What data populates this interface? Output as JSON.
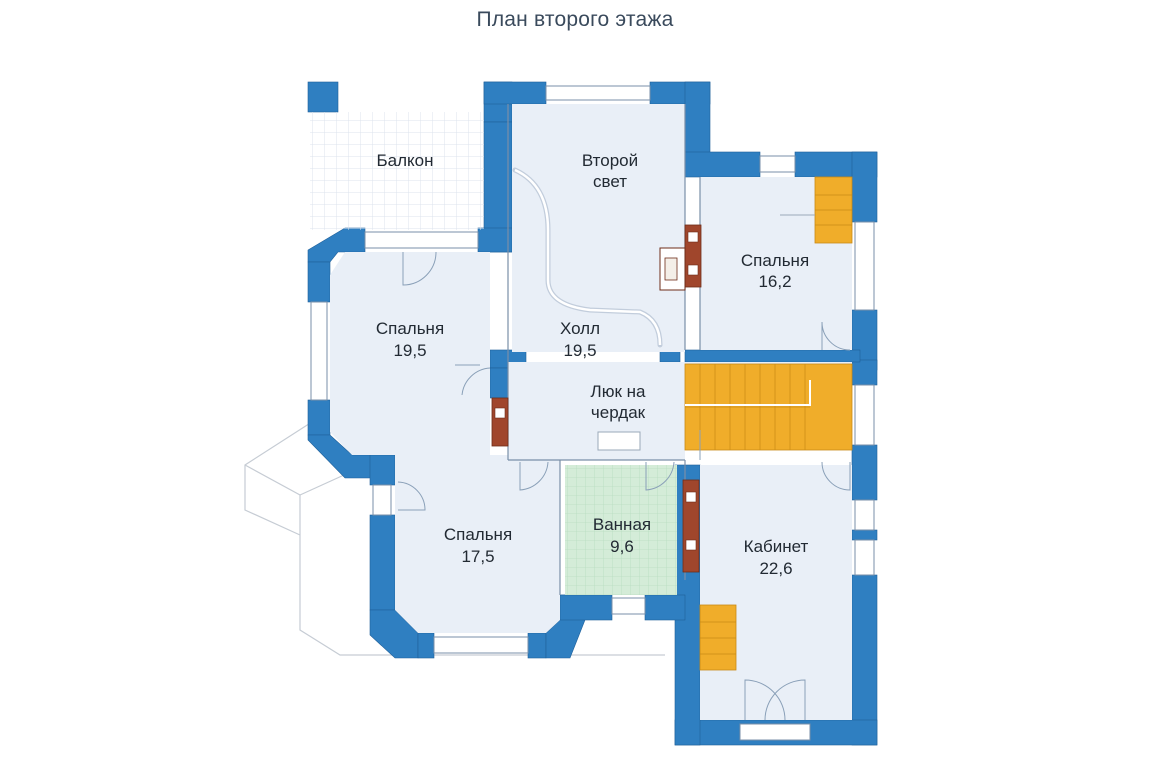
{
  "title": "План второго этажа",
  "colors": {
    "wall": "#2f7fc1",
    "wall_edge": "#1f5f99",
    "floor": "#e9eff7",
    "stairs": "#f0ad2a",
    "chimney": "#a0462c",
    "bath_tile": "#d4ecd8",
    "balcony_grid": "#dce3ec",
    "window": "#ffffff"
  },
  "rooms": {
    "balcony": {
      "name": "Балкон",
      "area": ""
    },
    "second_light": {
      "name": "Второй",
      "name2": "свет"
    },
    "bedroom_ne": {
      "name": "Спальня",
      "area": "16,2"
    },
    "bedroom_w": {
      "name": "Спальня",
      "area": "19,5"
    },
    "hall": {
      "name": "Холл",
      "area": "19,5"
    },
    "attic_hatch": {
      "name": "Люк на",
      "name2": "чердак"
    },
    "bedroom_sw": {
      "name": "Спальня",
      "area": "17,5"
    },
    "bathroom": {
      "name": "Ванная",
      "area": "9,6"
    },
    "study": {
      "name": "Кабинет",
      "area": "22,6"
    }
  }
}
